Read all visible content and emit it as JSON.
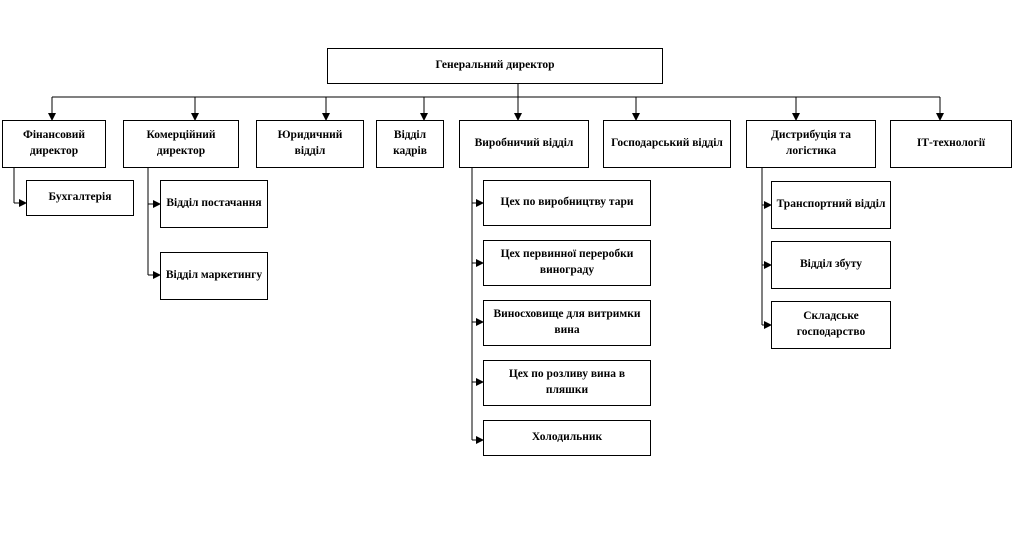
{
  "org_chart": {
    "ceo": "Генеральний директор",
    "departments": [
      "Фінансовий директор",
      "Комерційний директор",
      "Юридичний відділ",
      "Відділ кадрів",
      "Виробничий відділ",
      "Господарський відділ",
      "Дистрибуція та логістика",
      "ІТ-технології"
    ],
    "finance_units": [
      "Бухгалтерія"
    ],
    "commercial_units": [
      "Відділ постачання",
      "Відділ маркетингу"
    ],
    "production_units": [
      "Цех по виробництву тари",
      "Цех первинної переробки винограду",
      "Виносховище для витримки вина",
      "Цех по розливу вина в пляшки",
      "Холодильник"
    ],
    "logistics_units": [
      "Транспортний відділ",
      "Відділ збуту",
      "Складське господарство"
    ]
  },
  "colors": {
    "line": "#000000",
    "box_border": "#000000",
    "background": "#ffffff"
  }
}
